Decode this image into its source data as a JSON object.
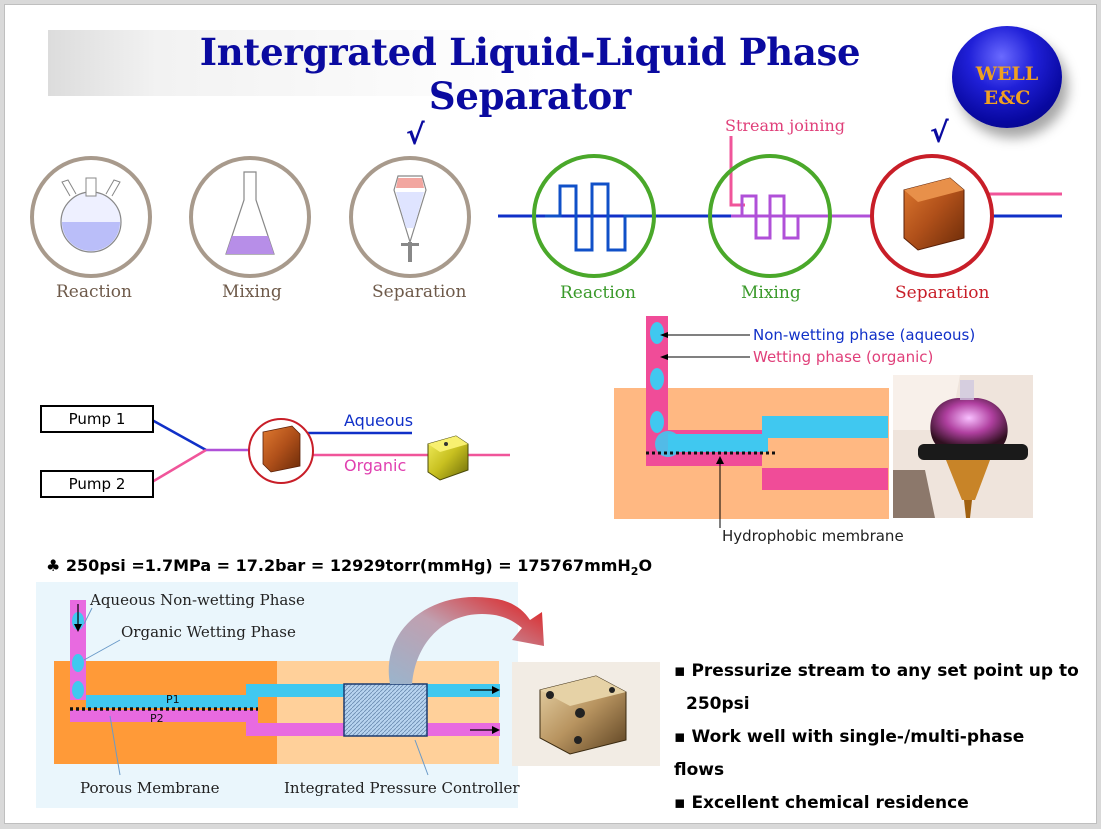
{
  "title": "Intergrated Liquid-Liquid Phase Separator",
  "logo": {
    "line1": "WELL",
    "line2": "E&C"
  },
  "batch_steps": [
    {
      "label": "Reaction"
    },
    {
      "label": "Mixing"
    },
    {
      "label": "Separation"
    }
  ],
  "flow_steps": [
    {
      "label": "Reaction"
    },
    {
      "label": "Mixing"
    },
    {
      "label": "Separation"
    }
  ],
  "check_mark": "√",
  "stream_joining": "Stream joining",
  "pumps": {
    "pump1": "Pump 1",
    "pump2": "Pump 2"
  },
  "outputs": {
    "aqueous": "Aqueous",
    "organic": "Organic"
  },
  "membrane_diagram": {
    "non_wetting": "Non-wetting phase (aqueous)",
    "wetting": "Wetting phase (organic)",
    "membrane": "Hydrophobic membrane"
  },
  "formula": {
    "prefix": "♣ 250psi =1.7MPa = 17.2bar = 12929torr(mmHg) = 175767mmH",
    "sub": "2",
    "suffix": "O"
  },
  "controller_diagram": {
    "aqueous_label": "Aqueous Non-wetting Phase",
    "organic_label": "Organic Wetting Phase",
    "p1": "P1",
    "p2": "P2",
    "porous": "Porous Membrane",
    "controller": "Integrated Pressure Controller"
  },
  "bullets": [
    {
      "line1": "▪ Pressurize stream to any set point up to",
      "line2": "250psi"
    },
    {
      "line1": "▪ Work well with single-/multi-phase",
      "line2": "flows"
    },
    {
      "line1": "▪ Excellent chemical residence",
      "line2": ""
    }
  ],
  "colors": {
    "title": "#0a0aa0",
    "aqueous": "#1030c8",
    "organic": "#f0559a",
    "reaction_ring": "#4aa82a",
    "separation_ring": "#c81e28",
    "membrane_bg": "#ffb882",
    "cyan": "#40c8f0",
    "pink": "#f04c98"
  }
}
